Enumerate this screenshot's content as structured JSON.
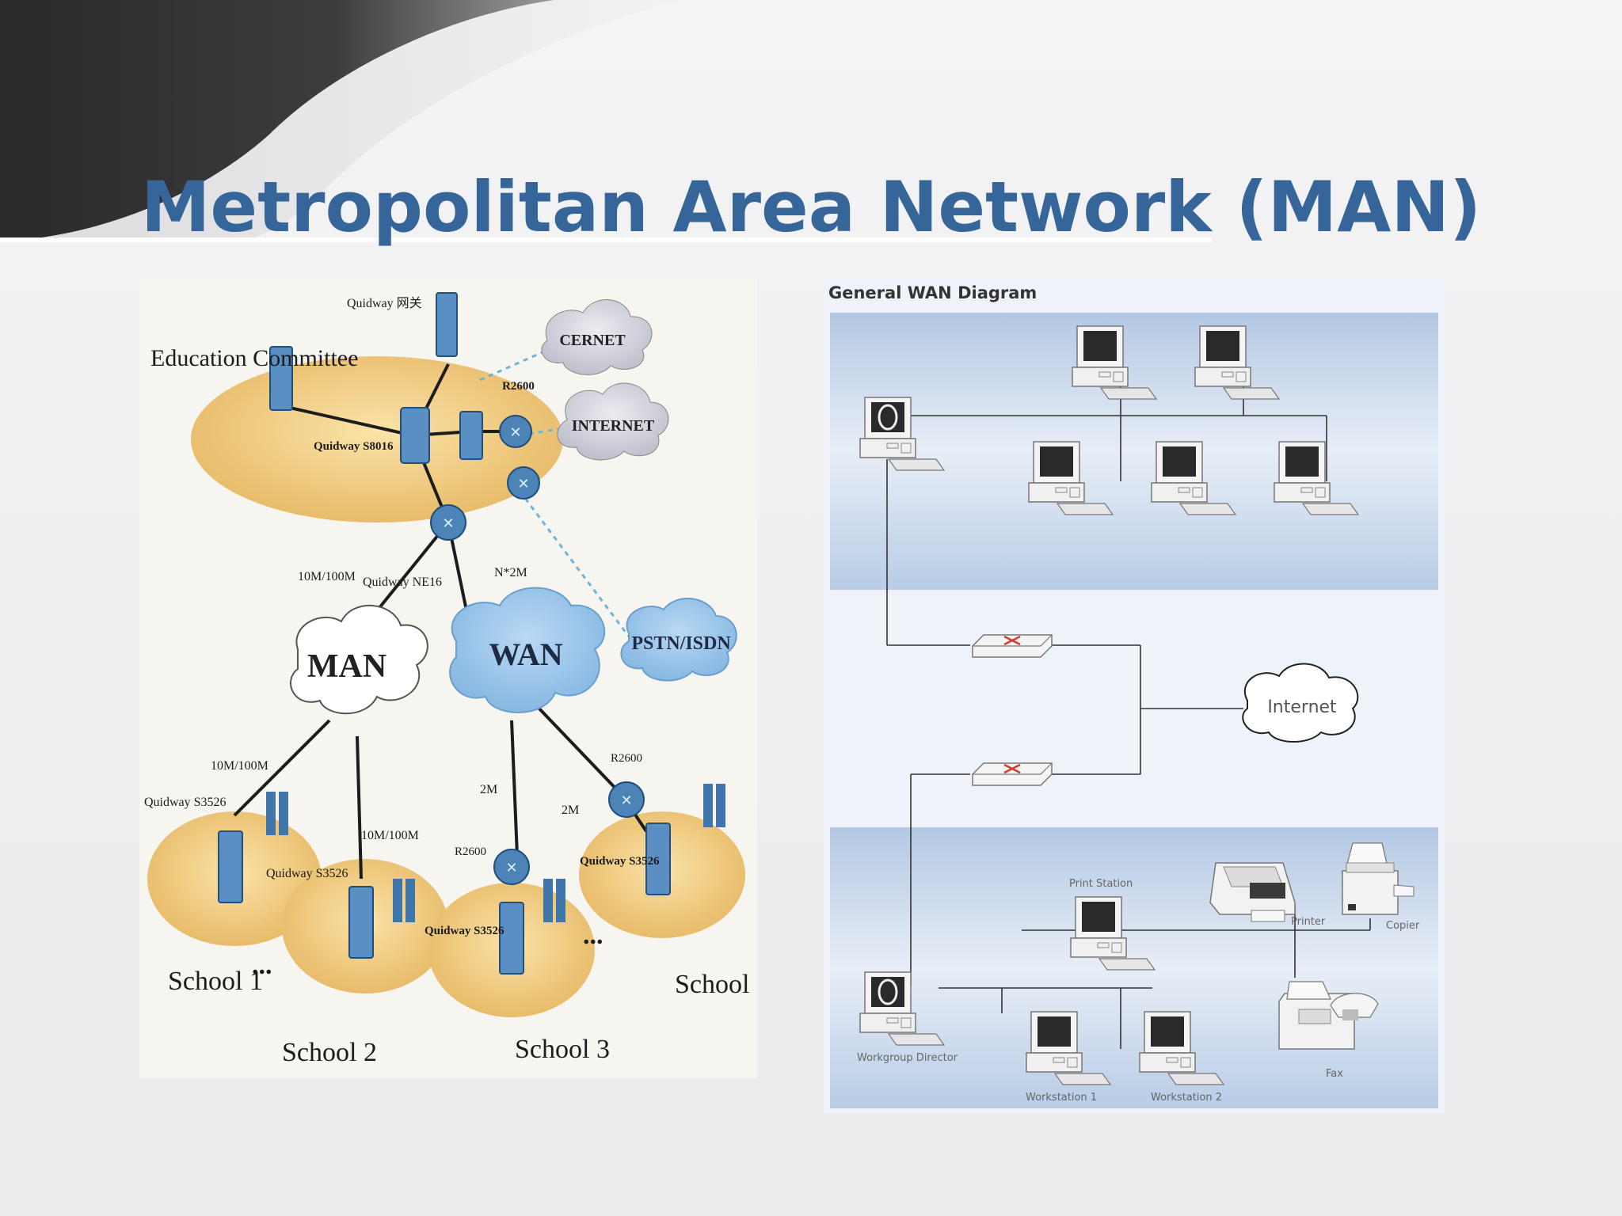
{
  "slide": {
    "title": "Metropolitan Area Network (MAN)"
  },
  "man_diagram": {
    "labels": {
      "education_committee": "Education Committee",
      "quidway_top": "Quidway 网关",
      "quidway_s8016": "Quidway S8016",
      "r2600_top": "R2600",
      "cernet": "CERNET",
      "internet": "INTERNET",
      "link_10m_100m_top": "10M/100M",
      "quidway_ne16": "Quidway NE16",
      "n_2m": "N*2M",
      "man": "MAN",
      "wan": "WAN",
      "pstn_isdn": "PSTN/ISDN",
      "link_10m_100m_left": "10M/100M",
      "quidway_s3526_1": "Quidway S3526",
      "link_10m_100m_mid": "10M/100M",
      "quidway_s3526_2": "Quidway S3526",
      "link_2m_1": "2M",
      "link_2m_2": "2M",
      "r2600_mid": "R2600",
      "r2600_right": "R2600",
      "quidway_s3526_3": "Quidway S3526",
      "quidway_s3526_n": "Quidway S3526",
      "school_1": "School 1",
      "school_2": "School 2",
      "school_3": "School 3",
      "school_n": "School N",
      "ellipsis_1": "...",
      "ellipsis_2": "..."
    },
    "colors": {
      "site_fill": "#f0c870",
      "wan_cloud": "#8ebde6",
      "device": "#4c84b8"
    }
  },
  "wan_diagram": {
    "heading": "General WAN Diagram",
    "internet_label": "Internet",
    "print_station": "Print Station",
    "printer": "Printer",
    "copier": "Copier",
    "workgroup_director": "Workgroup Director",
    "workstation_1": "Workstation 1",
    "workstation_2": "Workstation 2",
    "fax": "Fax",
    "colors": {
      "band_top": "#b8cde6",
      "band_mid": "#eef2f9",
      "router_mark": "#d23a2a"
    }
  }
}
